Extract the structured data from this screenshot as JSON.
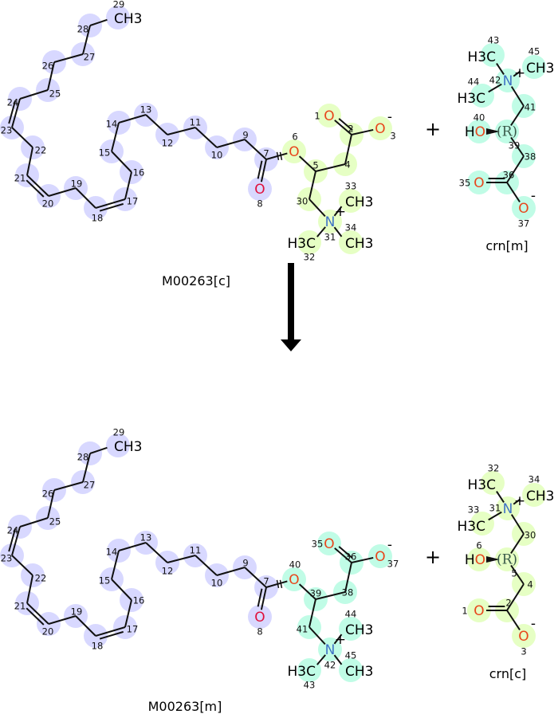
{
  "reaction": {
    "plus_sign": "+",
    "top": {
      "acyl": {
        "name": "M00263[c]",
        "highlight_tail": "#d8d8ff",
        "highlight_head": "#e6ffc4",
        "atoms": [
          {
            "num": "29",
            "element": "CH3"
          },
          {
            "num": "28"
          },
          {
            "num": "27"
          },
          {
            "num": "26"
          },
          {
            "num": "25"
          },
          {
            "num": "24"
          },
          {
            "num": "23"
          },
          {
            "num": "22"
          },
          {
            "num": "21"
          },
          {
            "num": "20"
          },
          {
            "num": "19"
          },
          {
            "num": "18"
          },
          {
            "num": "17"
          },
          {
            "num": "16"
          },
          {
            "num": "15"
          },
          {
            "num": "14"
          },
          {
            "num": "13"
          },
          {
            "num": "12"
          },
          {
            "num": "11"
          },
          {
            "num": "10"
          },
          {
            "num": "9"
          },
          {
            "num": "7"
          },
          {
            "num": "8",
            "element": "O"
          },
          {
            "num": "6",
            "element": "O"
          },
          {
            "num": "5"
          },
          {
            "num": "4"
          },
          {
            "num": "2"
          },
          {
            "num": "1",
            "element": "O"
          },
          {
            "num": "3",
            "element": "O",
            "charge": "-"
          },
          {
            "num": "30"
          },
          {
            "num": "31",
            "element": "N",
            "charge": "+"
          },
          {
            "num": "33",
            "element": "CH3"
          },
          {
            "num": "34",
            "element": "CH3"
          },
          {
            "num": "32",
            "element": "H3C"
          }
        ]
      },
      "carnitine": {
        "name": "crn[m]",
        "highlight": "#c0fce6",
        "atoms": [
          {
            "num": "43",
            "element": "H3C"
          },
          {
            "num": "45",
            "element": "CH3"
          },
          {
            "num": "42",
            "element": "N",
            "charge": "+"
          },
          {
            "num": "44",
            "element": "H3C"
          },
          {
            "num": "41"
          },
          {
            "num": "39",
            "element": "(R)"
          },
          {
            "num": "40",
            "element": "HO"
          },
          {
            "num": "38"
          },
          {
            "num": "36"
          },
          {
            "num": "35",
            "element": "O"
          },
          {
            "num": "37",
            "element": "O",
            "charge": "-"
          }
        ]
      }
    },
    "bottom": {
      "acyl": {
        "name": "M00263[m]",
        "highlight_tail": "#d8d8ff",
        "highlight_head": "#c0fce6",
        "atoms": [
          {
            "num": "29",
            "element": "CH3"
          },
          {
            "num": "28"
          },
          {
            "num": "27"
          },
          {
            "num": "26"
          },
          {
            "num": "25"
          },
          {
            "num": "24"
          },
          {
            "num": "23"
          },
          {
            "num": "22"
          },
          {
            "num": "21"
          },
          {
            "num": "20"
          },
          {
            "num": "19"
          },
          {
            "num": "18"
          },
          {
            "num": "17"
          },
          {
            "num": "16"
          },
          {
            "num": "15"
          },
          {
            "num": "14"
          },
          {
            "num": "13"
          },
          {
            "num": "12"
          },
          {
            "num": "11"
          },
          {
            "num": "10"
          },
          {
            "num": "9"
          },
          {
            "num": "7"
          },
          {
            "num": "8",
            "element": "O"
          },
          {
            "num": "40",
            "element": "O"
          },
          {
            "num": "39"
          },
          {
            "num": "38"
          },
          {
            "num": "36"
          },
          {
            "num": "35",
            "element": "O"
          },
          {
            "num": "37",
            "element": "O",
            "charge": "-"
          },
          {
            "num": "41"
          },
          {
            "num": "42",
            "element": "N",
            "charge": "+"
          },
          {
            "num": "44",
            "element": "CH3"
          },
          {
            "num": "45",
            "element": "CH3"
          },
          {
            "num": "43",
            "element": "H3C"
          }
        ]
      },
      "carnitine": {
        "name": "crn[c]",
        "highlight": "#e6ffc4",
        "atoms": [
          {
            "num": "32",
            "element": "H3C"
          },
          {
            "num": "34",
            "element": "CH3"
          },
          {
            "num": "31",
            "element": "N",
            "charge": "+"
          },
          {
            "num": "33",
            "element": "H3C"
          },
          {
            "num": "30"
          },
          {
            "num": "5",
            "element": "(R)"
          },
          {
            "num": "6",
            "element": "HO"
          },
          {
            "num": "4"
          },
          {
            "num": "2"
          },
          {
            "num": "1",
            "element": "O"
          },
          {
            "num": "3",
            "element": "O",
            "charge": "-"
          }
        ]
      }
    }
  },
  "colors": {
    "bond": "#111111",
    "oxygen": "#e8461c",
    "carbonyl_oxygen": "#e0103c",
    "nitrogen": "#3f72c6",
    "stereo_label": "#3a5a4a",
    "arrow": "#000000"
  }
}
